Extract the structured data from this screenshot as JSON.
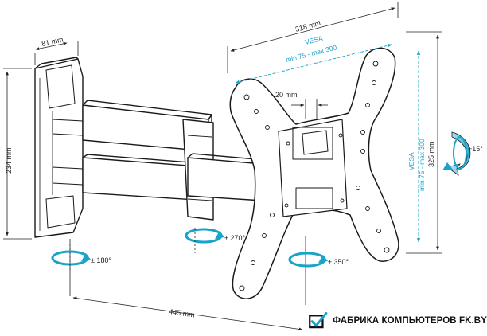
{
  "dimensions": {
    "depth": "81 mm",
    "height": "234 mm",
    "plate_width": "318 mm",
    "plate_height": "325 mm",
    "hole_offset": "20 mm",
    "extension": "445 mm"
  },
  "vesa": {
    "label": "VESA",
    "range": "min 75 - max 300"
  },
  "rotations": {
    "tilt": "+15°",
    "swivel_arm": "± 270°",
    "swivel_wall": "± 180°",
    "rotate_tv": "± 350°"
  },
  "brand": {
    "name": "ФАБРИКА КОМПЬЮТЕРОВ FK.BY",
    "logo_icon": "checkmark-box-logo"
  },
  "colors": {
    "accent": "#1aa3c8",
    "line": "#1a1a1a"
  }
}
